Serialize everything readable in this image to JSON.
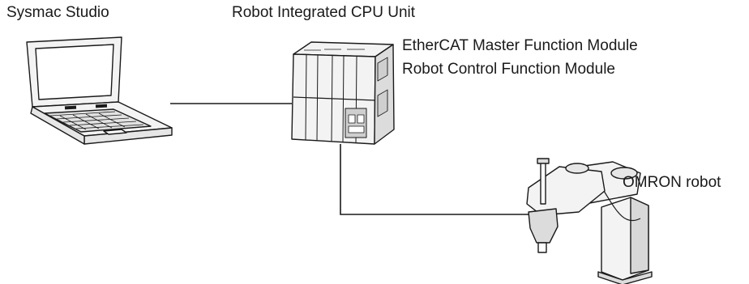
{
  "labels": {
    "sysmac_studio": "Sysmac Studio",
    "cpu_unit": "Robot Integrated CPU Unit",
    "module_1": "EtherCAT Master Function Module",
    "module_2": "Robot Control Function Module",
    "robot": "OMRON robot"
  },
  "colors": {
    "line": "#1a1a1a",
    "device_fill": "#f3f3f3",
    "shade": "#cfcfcf"
  },
  "icons": {
    "pc": "laptop-icon",
    "cpu": "cpu-unit-icon",
    "robot": "scara-robot-icon"
  }
}
